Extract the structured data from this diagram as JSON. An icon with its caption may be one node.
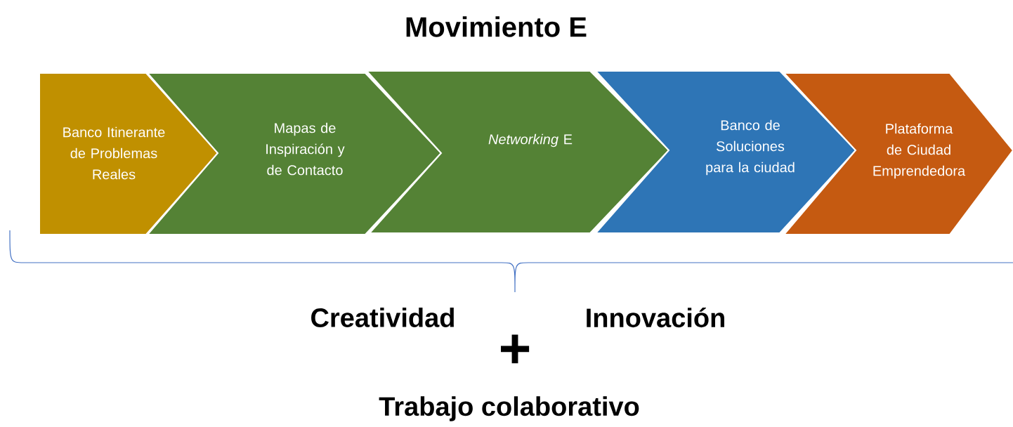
{
  "diagram": {
    "title": "Movimiento E",
    "nodes": [
      {
        "text": [
          "Banco Itinerante de Problemas Reales"
        ]
      },
      {
        "text": [
          "Mapas de Inspiración y de Contacto"
        ]
      },
      {
        "text": [
          "*Networking* E"
        ]
      },
      {
        "text": [
          "Banco de Soluciones para la ciudad"
        ]
      },
      {
        "text": [
          "Plataforma de Ciudad Emprendedora"
        ]
      }
    ],
    "labels": [
      "Creatividad",
      "Innovación",
      "+",
      "Trabajo colaborativo"
    ]
  }
}
